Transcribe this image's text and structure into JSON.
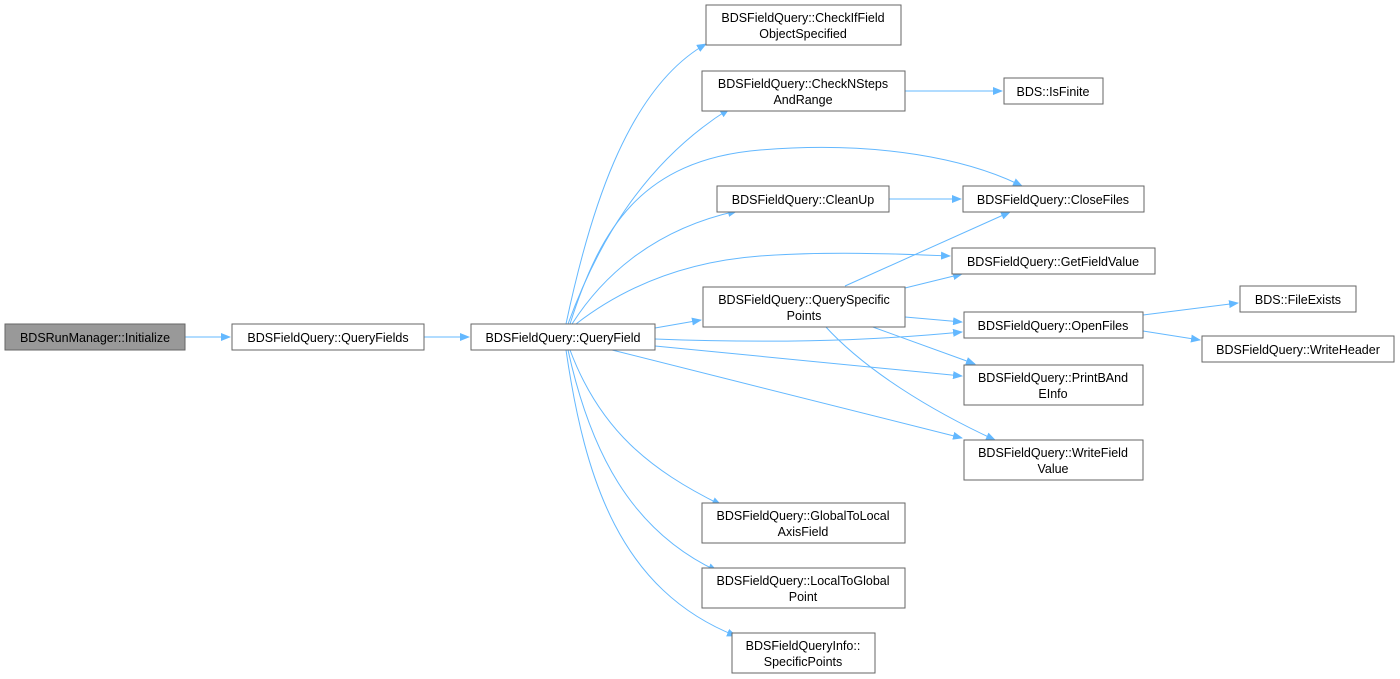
{
  "graph": {
    "edge_color": "#63b8ff",
    "root_fill": "#999999",
    "node_fill": "#ffffff",
    "node_border": "#666666",
    "nodes": [
      {
        "id": "n0",
        "lines": [
          "BDSRunManager::Initialize"
        ],
        "root": true
      },
      {
        "id": "n1",
        "lines": [
          "BDSFieldQuery::QueryFields"
        ]
      },
      {
        "id": "n2",
        "lines": [
          "BDSFieldQuery::QueryField"
        ]
      },
      {
        "id": "n3",
        "lines": [
          "BDSFieldQuery::CheckIfField",
          "ObjectSpecified"
        ]
      },
      {
        "id": "n4",
        "lines": [
          "BDSFieldQuery::CheckNSteps",
          "AndRange"
        ]
      },
      {
        "id": "n5",
        "lines": [
          "BDS::IsFinite"
        ]
      },
      {
        "id": "n6",
        "lines": [
          "BDSFieldQuery::CleanUp"
        ]
      },
      {
        "id": "n7",
        "lines": [
          "BDSFieldQuery::CloseFiles"
        ]
      },
      {
        "id": "n8",
        "lines": [
          "BDSFieldQuery::GetFieldValue"
        ]
      },
      {
        "id": "n9",
        "lines": [
          "BDSFieldQuery::QuerySpecific",
          "Points"
        ]
      },
      {
        "id": "n10",
        "lines": [
          "BDSFieldQuery::OpenFiles"
        ]
      },
      {
        "id": "n11",
        "lines": [
          "BDS::FileExists"
        ]
      },
      {
        "id": "n12",
        "lines": [
          "BDSFieldQuery::WriteHeader"
        ]
      },
      {
        "id": "n13",
        "lines": [
          "BDSFieldQuery::PrintBAnd",
          "EInfo"
        ]
      },
      {
        "id": "n14",
        "lines": [
          "BDSFieldQuery::WriteField",
          "Value"
        ]
      },
      {
        "id": "n15",
        "lines": [
          "BDSFieldQuery::GlobalToLocal",
          "AxisField"
        ]
      },
      {
        "id": "n16",
        "lines": [
          "BDSFieldQuery::LocalToGlobal",
          "Point"
        ]
      },
      {
        "id": "n17",
        "lines": [
          "BDSFieldQueryInfo::",
          "SpecificPoints"
        ]
      }
    ],
    "edges": [
      {
        "from": "n0",
        "to": "n1"
      },
      {
        "from": "n1",
        "to": "n2"
      },
      {
        "from": "n2",
        "to": "n3"
      },
      {
        "from": "n2",
        "to": "n4"
      },
      {
        "from": "n4",
        "to": "n5"
      },
      {
        "from": "n2",
        "to": "n6"
      },
      {
        "from": "n6",
        "to": "n7"
      },
      {
        "from": "n2",
        "to": "n7"
      },
      {
        "from": "n2",
        "to": "n8"
      },
      {
        "from": "n2",
        "to": "n9"
      },
      {
        "from": "n9",
        "to": "n7"
      },
      {
        "from": "n9",
        "to": "n8"
      },
      {
        "from": "n9",
        "to": "n10"
      },
      {
        "from": "n9",
        "to": "n13"
      },
      {
        "from": "n9",
        "to": "n14"
      },
      {
        "from": "n2",
        "to": "n10"
      },
      {
        "from": "n10",
        "to": "n11"
      },
      {
        "from": "n10",
        "to": "n12"
      },
      {
        "from": "n2",
        "to": "n13"
      },
      {
        "from": "n2",
        "to": "n14"
      },
      {
        "from": "n2",
        "to": "n15"
      },
      {
        "from": "n2",
        "to": "n16"
      },
      {
        "from": "n2",
        "to": "n17"
      }
    ]
  }
}
